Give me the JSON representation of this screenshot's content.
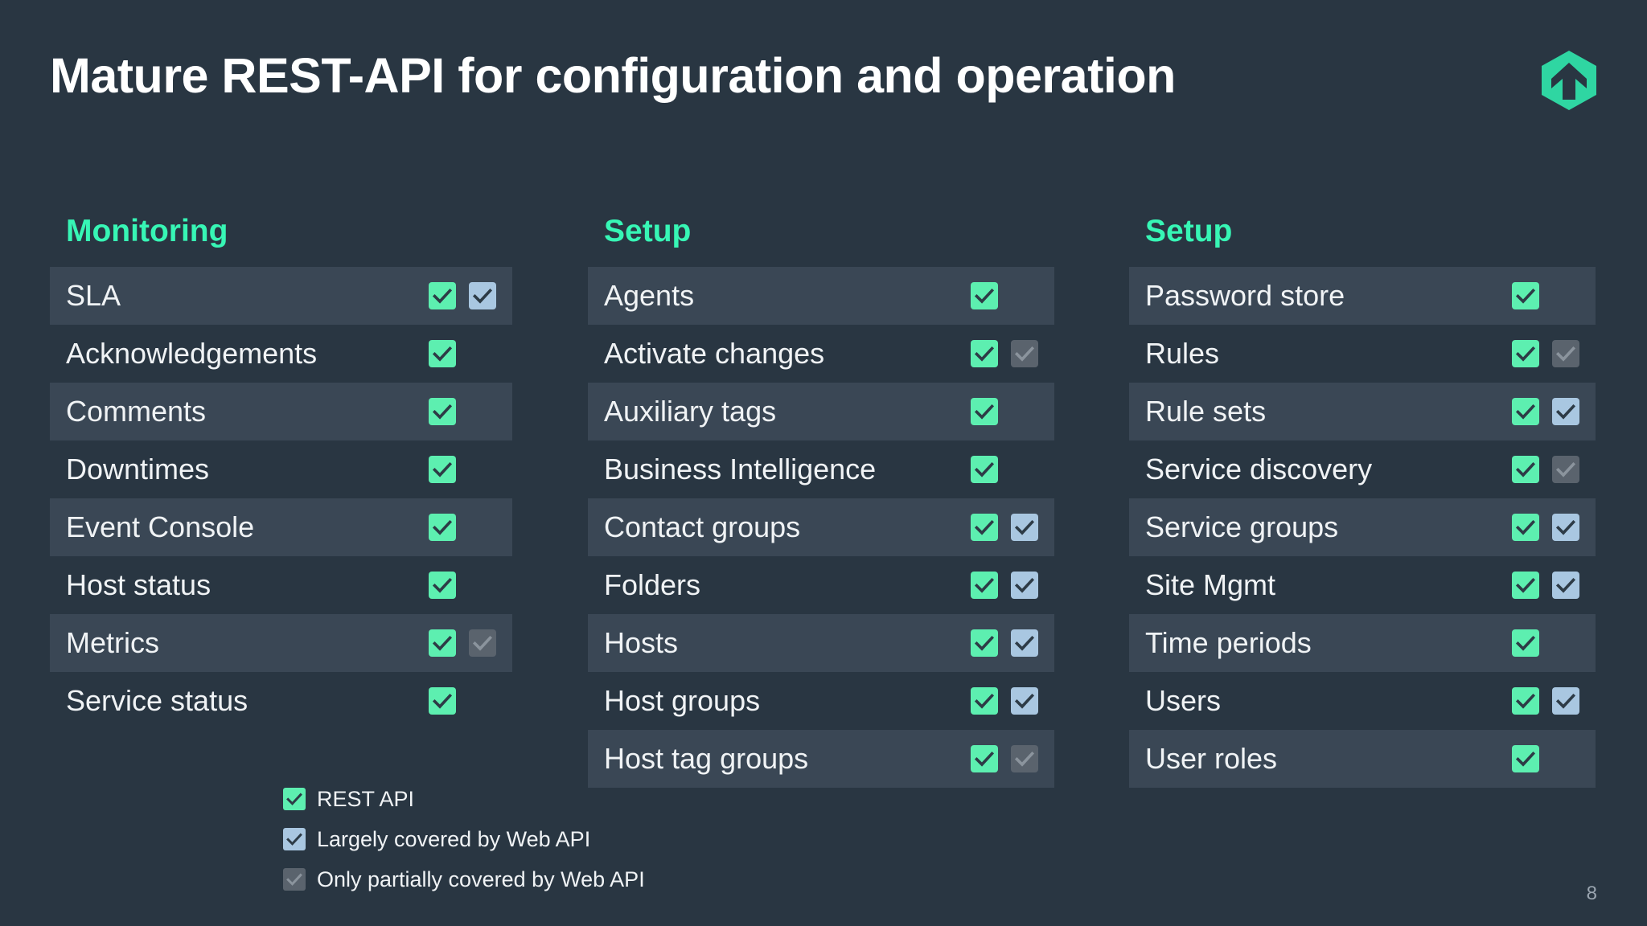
{
  "slide": {
    "title": "Mature REST-API for configuration and operation",
    "page_number": "8",
    "background_color": "#293642",
    "accent_color": "#37f6b5",
    "logo_name": "checkmk-hexagon-arrow-logo"
  },
  "marks": {
    "green": {
      "key": "rest-api",
      "color": "#5defb0"
    },
    "blue": {
      "key": "web-api-largely",
      "color": "#a9c7e1"
    },
    "gray": {
      "key": "web-api-partial",
      "color": "#5a636d"
    }
  },
  "columns": [
    {
      "heading": "Monitoring",
      "rows": [
        {
          "label": "SLA",
          "marks": [
            "green",
            "blue"
          ]
        },
        {
          "label": "Acknowledgements",
          "marks": [
            "green"
          ]
        },
        {
          "label": "Comments",
          "marks": [
            "green"
          ]
        },
        {
          "label": "Downtimes",
          "marks": [
            "green"
          ]
        },
        {
          "label": "Event Console",
          "marks": [
            "green"
          ]
        },
        {
          "label": "Host status",
          "marks": [
            "green"
          ]
        },
        {
          "label": "Metrics",
          "marks": [
            "green",
            "gray"
          ]
        },
        {
          "label": "Service status",
          "marks": [
            "green"
          ]
        }
      ]
    },
    {
      "heading": "Setup",
      "rows": [
        {
          "label": "Agents",
          "marks": [
            "green"
          ]
        },
        {
          "label": "Activate changes",
          "marks": [
            "green",
            "gray"
          ]
        },
        {
          "label": "Auxiliary tags",
          "marks": [
            "green"
          ]
        },
        {
          "label": "Business Intelligence",
          "marks": [
            "green"
          ]
        },
        {
          "label": "Contact groups",
          "marks": [
            "green",
            "blue"
          ]
        },
        {
          "label": "Folders",
          "marks": [
            "green",
            "blue"
          ]
        },
        {
          "label": "Hosts",
          "marks": [
            "green",
            "blue"
          ]
        },
        {
          "label": "Host groups",
          "marks": [
            "green",
            "blue"
          ]
        },
        {
          "label": "Host tag groups",
          "marks": [
            "green",
            "gray"
          ]
        }
      ]
    },
    {
      "heading": "Setup",
      "rows": [
        {
          "label": "Password store",
          "marks": [
            "green"
          ]
        },
        {
          "label": "Rules",
          "marks": [
            "green",
            "gray"
          ]
        },
        {
          "label": "Rule sets",
          "marks": [
            "green",
            "blue"
          ]
        },
        {
          "label": "Service discovery",
          "marks": [
            "green",
            "gray"
          ]
        },
        {
          "label": "Service groups",
          "marks": [
            "green",
            "blue"
          ]
        },
        {
          "label": "Site Mgmt",
          "marks": [
            "green",
            "blue"
          ]
        },
        {
          "label": "Time periods",
          "marks": [
            "green"
          ]
        },
        {
          "label": "Users",
          "marks": [
            "green",
            "blue"
          ]
        },
        {
          "label": "User roles",
          "marks": [
            "green"
          ]
        }
      ]
    }
  ],
  "legend": [
    {
      "mark": "green",
      "label": "REST API"
    },
    {
      "mark": "blue",
      "label": "Largely covered by Web API"
    },
    {
      "mark": "gray",
      "label": "Only partially covered by Web API"
    }
  ]
}
